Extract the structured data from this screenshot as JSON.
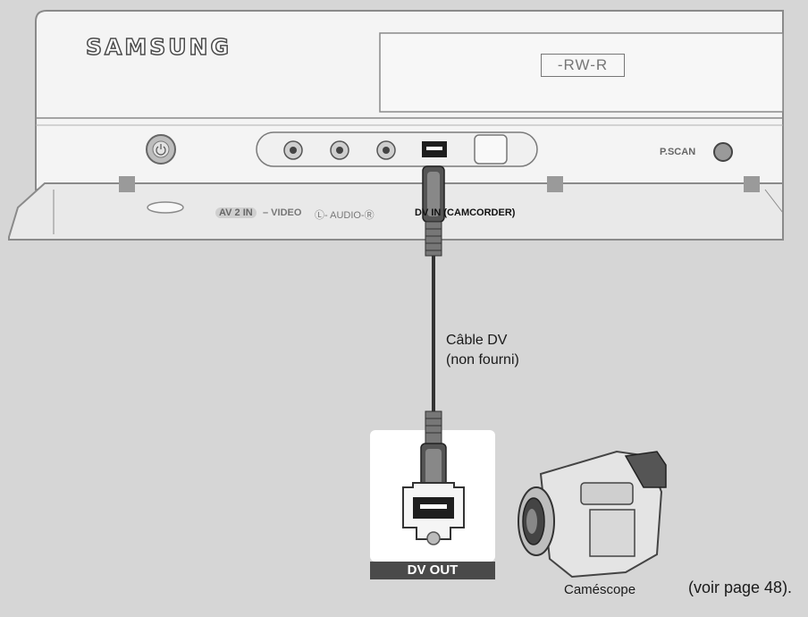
{
  "device": {
    "brand": "SAMSUNG",
    "disc_logo": "-RW-R",
    "panel": {
      "av2in": "AV 2 IN",
      "video": "– VIDEO",
      "audio": "Ⓛ- AUDIO-Ⓡ",
      "dv_input": "DV IN (CAMCORDER)",
      "pscan": "P.SCAN"
    }
  },
  "cable": {
    "line1": "Câble DV",
    "line2": "(non fourni)"
  },
  "dv_out": "DV OUT",
  "camcorder": "Caméscope",
  "page_reference": "(voir page 48).",
  "colors": {
    "background": "#d6d6d6",
    "device_body": "#f4f4f4",
    "outline": "#7a7a7a",
    "dark": "#4a4a4a"
  },
  "icons": [
    "power-icon",
    "av-jack-icon",
    "dv-port-icon",
    "camcorder-icon",
    "cable-plug-icon"
  ]
}
